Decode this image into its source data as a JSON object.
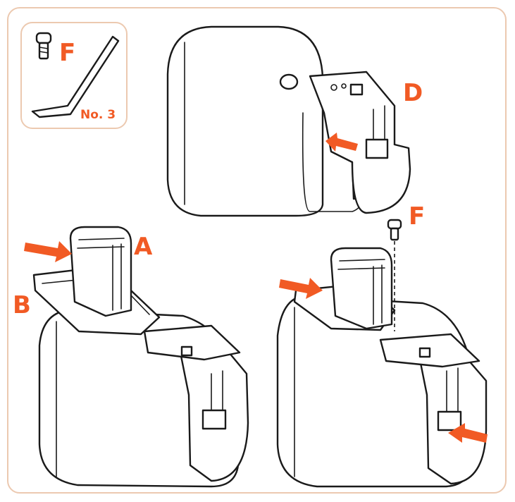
{
  "labels": {
    "f_key": "F",
    "wrench_size": "No. 3",
    "d": "D",
    "a": "A",
    "b": "B",
    "f_screw": "F"
  },
  "colors": {
    "accent": "#f15a24",
    "frame": "#ecc9b0",
    "line": "#1a1a1a"
  },
  "icons": {
    "screw": "hex-screw-icon",
    "wrench": "allen-key-icon"
  }
}
